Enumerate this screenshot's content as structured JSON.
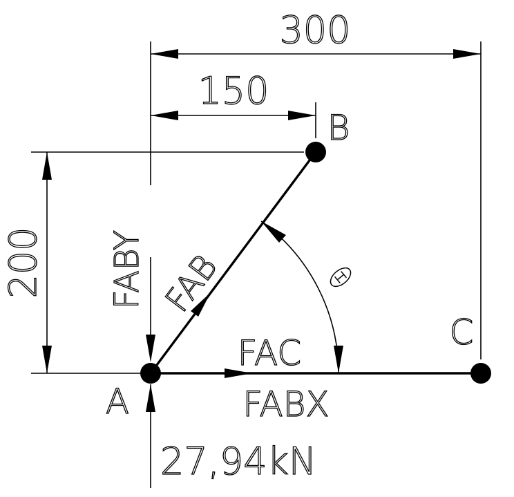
{
  "dimensions": {
    "overall_width": "300",
    "partial_width": "150",
    "height": "200"
  },
  "points": {
    "a": "A",
    "b": "B",
    "c": "C"
  },
  "forces": {
    "fab": "FAB",
    "fac": "FAC",
    "fabx": "FABX",
    "faby": "FABY"
  },
  "angle_symbol": "θ",
  "load": "27,94kN"
}
